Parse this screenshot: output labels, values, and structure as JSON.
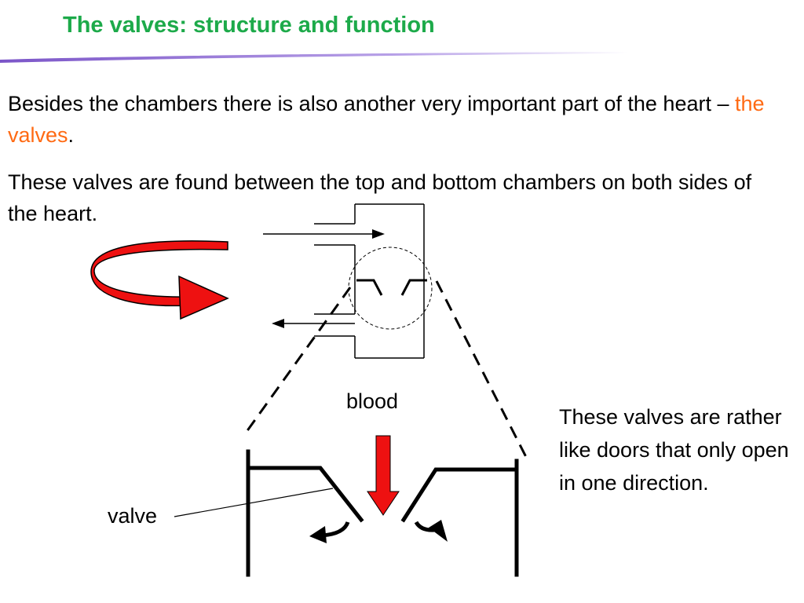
{
  "slide": {
    "title": "The valves: structure and function",
    "paragraph1": {
      "prefix": "Besides the chambers there is also another very important part of the heart – ",
      "highlight": "the valves",
      "suffix": "."
    },
    "paragraph2": "These valves are found between the top and bottom chambers on both sides of the heart.",
    "caption": "These valves are rather like doors that only open in one direction.",
    "diagram": {
      "blood_label": "blood",
      "valve_label": "valve"
    }
  },
  "colors": {
    "title": "#1daa4a",
    "highlight": "#ff6a13",
    "arrow_red": "#ee1111",
    "header_line": "#8b6fd0"
  }
}
